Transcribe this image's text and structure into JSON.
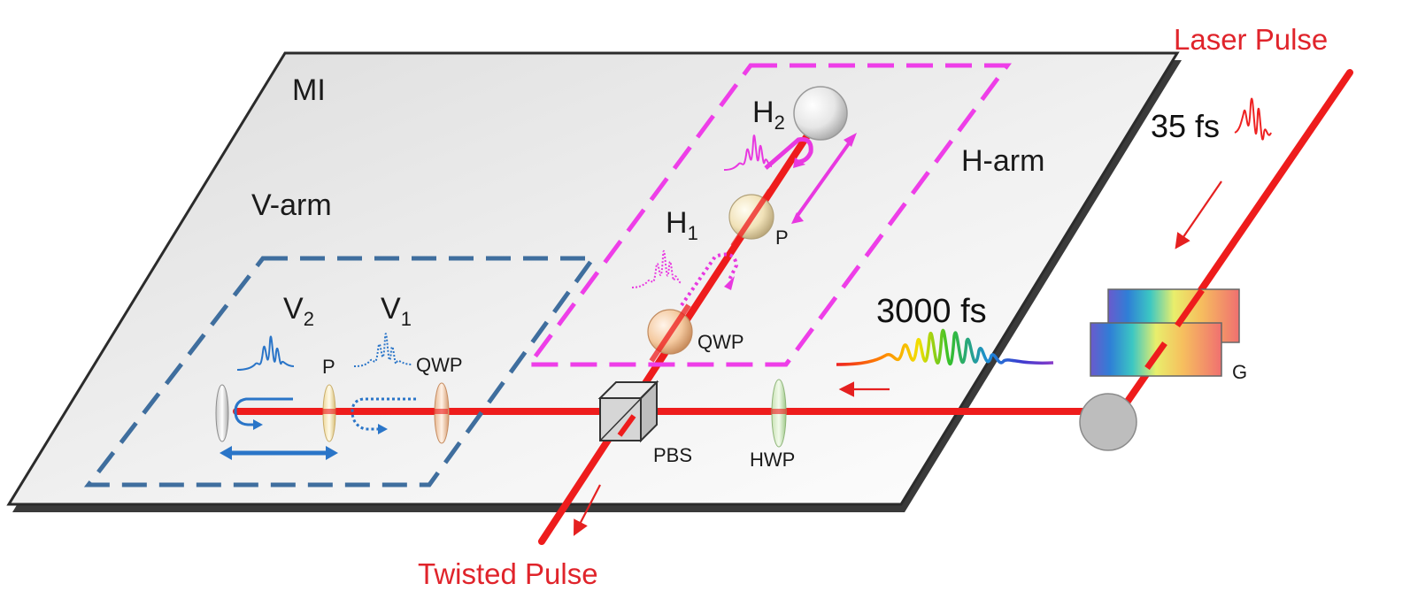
{
  "labels": {
    "mi": "MI",
    "v_arm": "V-arm",
    "h_arm": "H-arm",
    "h2_main": "H",
    "h2_sub": "2",
    "h1_main": "H",
    "h1_sub": "1",
    "v2_main": "V",
    "v2_sub": "2",
    "v1_main": "V",
    "v1_sub": "1",
    "p_h": "P",
    "qwp_h": "QWP",
    "p_v": "P",
    "qwp_v": "QWP",
    "pbs": "PBS",
    "hwp": "HWP",
    "g": "G",
    "laser_pulse": "Laser Pulse",
    "twisted_pulse": "Twisted Pulse",
    "fs_35": "35 fs",
    "fs_3000": "3000 fs"
  },
  "colors": {
    "beam": "#ee1c1c",
    "h_arm_box": "#ee3ee8",
    "v_arm_box": "#3f6e9e",
    "v_pulse": "#1f6fc4",
    "h_pulse": "#e838e0",
    "red_text": "#e0242b",
    "table_shade": "#e9e9e9"
  },
  "icons": {
    "mirror": "sphere-mirror-icon",
    "pbs": "beam-splitter-cube-icon",
    "grating": "grating-icon"
  }
}
